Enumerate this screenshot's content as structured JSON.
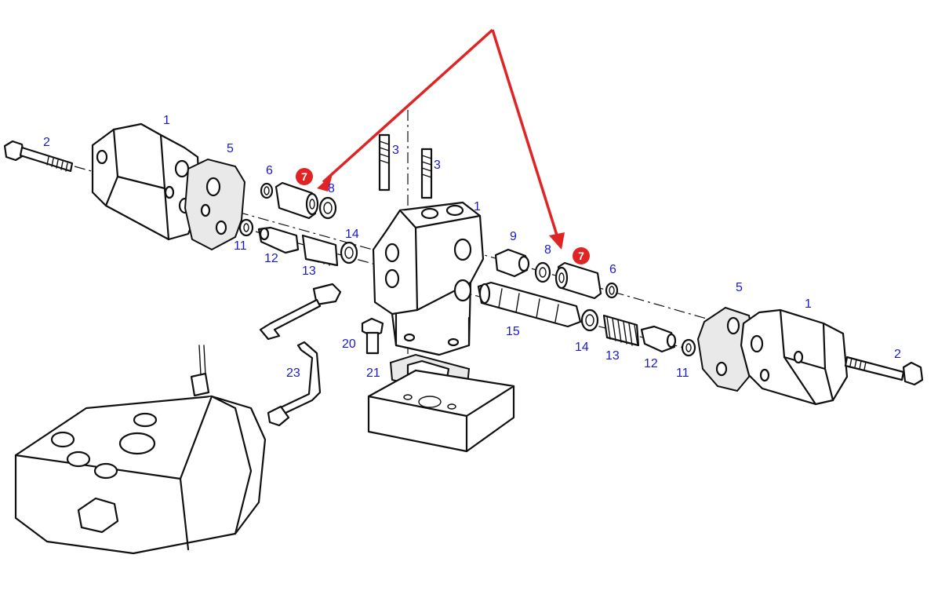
{
  "colors": {
    "callout_text": "#1a1acc",
    "highlight": "#e02424",
    "linework": "#111111"
  },
  "callouts": [
    {
      "id": "c1a",
      "text": "1"
    },
    {
      "id": "c2a",
      "text": "2"
    },
    {
      "id": "c5a",
      "text": "5"
    },
    {
      "id": "c6a",
      "text": "6"
    },
    {
      "id": "c8a",
      "text": "8"
    },
    {
      "id": "c11a",
      "text": "11"
    },
    {
      "id": "c12a",
      "text": "12"
    },
    {
      "id": "c13a",
      "text": "13"
    },
    {
      "id": "c14a",
      "text": "14"
    },
    {
      "id": "c3a",
      "text": "3"
    },
    {
      "id": "c3b",
      "text": "3"
    },
    {
      "id": "c1b",
      "text": "1"
    },
    {
      "id": "c9",
      "text": "9"
    },
    {
      "id": "c8b",
      "text": "8"
    },
    {
      "id": "c6b",
      "text": "6"
    },
    {
      "id": "c15",
      "text": "15"
    },
    {
      "id": "c14b",
      "text": "14"
    },
    {
      "id": "c13b",
      "text": "13"
    },
    {
      "id": "c12b",
      "text": "12"
    },
    {
      "id": "c11b",
      "text": "11"
    },
    {
      "id": "c5b",
      "text": "5"
    },
    {
      "id": "c1c",
      "text": "1"
    },
    {
      "id": "c2b",
      "text": "2"
    },
    {
      "id": "c20",
      "text": "20"
    },
    {
      "id": "c21",
      "text": "21"
    },
    {
      "id": "c23",
      "text": "23"
    }
  ],
  "highlight_badges": [
    {
      "id": "b7a",
      "text": "7"
    },
    {
      "id": "b7b",
      "text": "7"
    }
  ]
}
